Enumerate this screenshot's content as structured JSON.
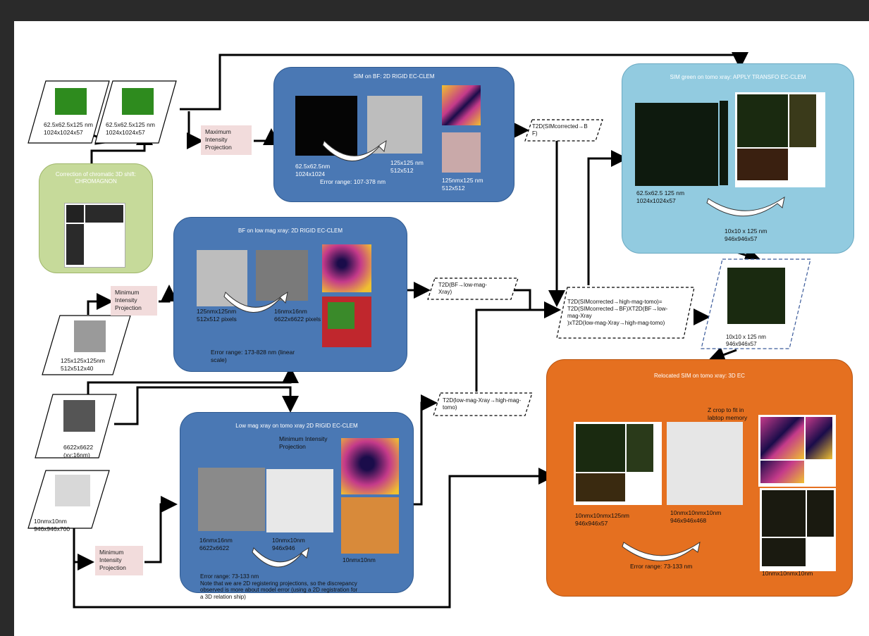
{
  "inputs": {
    "sim_raw_label": "62.5x62.5x125 nm\n1024x1024x57",
    "sim_corrected_label": "62.5x62.5x125 nm\n1024x1024x57",
    "bf_stack_label": "125x125x125nm\n512x512x40",
    "lowmag_xray_label": "6622x6622\n(xy:16nm)",
    "tomo_label": "10nmx10nm\n946x946x700"
  },
  "chromatic_panel": {
    "title": "Correction of chromatic 3D shift:\nCHROMAGNON"
  },
  "projections": {
    "max_ip": "Maximum\nIntensity\nProjection",
    "min_ip_1": "Minimum\nIntensity\nProjection",
    "min_ip_2": "Minimum\nIntensity\nProjection"
  },
  "panel_sim_bf": {
    "title": "SIM on BF: 2D RIGID EC-CLEM",
    "left_label": "62.5x62.5nm\n1024x1024",
    "mid_label": "125x125 nm\n512x512",
    "right_label": "125nmx125 nm\n512x512",
    "error": "Error range: 107-378 nm"
  },
  "panel_bf_lowmag": {
    "title": "BF on low mag xray: 2D RIGID EC-CLEM",
    "left_label": "125nmx125nm\n512x512 pixels",
    "mid_label": "16nmx16nm\n6622x6622 pixels",
    "error": "Error range: 173-828 nm (linear\nscale)"
  },
  "panel_lowmag_tomo": {
    "title": "Low mag xray on tomo xray 2D RIGID EC-CLEM",
    "mip_label": "Minimum Intensity\nProjection",
    "left_label": "16nmx16nm\n6622x6622",
    "mid_label": "10nmx10nm\n946x946",
    "right_label": "10nmx10nm",
    "error": "Error range: 73-133 nm\nNote that we are 2D registering projections, so the discrepancy\nobserved is more about model error (using a 2D registration for\na 3D relation ship)"
  },
  "panel_apply": {
    "title": "SIM green on tomo xray: APPLY TRANSFO EC-CLEM",
    "left_label": "62.5x62.5 125 nm\n1024x1024x57",
    "right_label": "10x10 x 125 nm\n946x946x57"
  },
  "panel_relocated": {
    "title": "Relocated SIM on tomo xray: 3D EC",
    "zcrop": "Z crop to fit in\nlabtop memory",
    "left_label": "10nmx10nmx125nm\n946x946x57",
    "mid_label": "10nmx10nmx10nm\n946x946x468",
    "right_label": "10nmx10nmx10nm",
    "error": "Error range: 73-133 nm"
  },
  "transforms": {
    "t_sim_bf": "T2D(SIMcorrected→B\nF)",
    "t_bf_low": "T2D(BF→low-mag-\nXray)",
    "t_low_high": "T2D(low-mag-Xray→high-mag-\ntomo)",
    "t_combined": "T2D(SIMcorrected→high-mag-tomo)=\nT2D(SIMcorrected→BF)XT2D(BF→low-\nmag-Xray\n)xT2D(low-mag-Xray→high-mag-tomo)",
    "result_label": "10x10 x 125 nm\n946x946x57"
  },
  "colors": {
    "blue_panel": "#4a78b4",
    "lightblue_panel": "#92cbe0",
    "orange_panel": "#e57020",
    "green_panel": "#c6da9a",
    "pink_box": "#f2dcdc"
  }
}
